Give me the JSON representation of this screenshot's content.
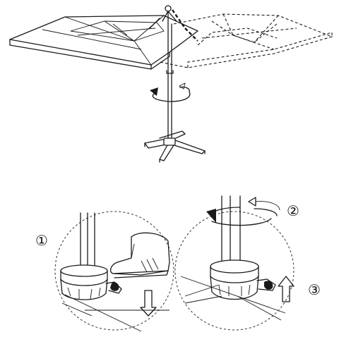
{
  "steps": {
    "step1": "①",
    "step2": "②",
    "step3": "③"
  },
  "icons": {
    "rotate_arrow": "rotate-arrow-icon",
    "down_arrow": "down-arrow-icon",
    "up_arrow": "up-arrow-icon"
  },
  "colors": {
    "line": "#1a1a1a",
    "background": "#ffffff"
  }
}
